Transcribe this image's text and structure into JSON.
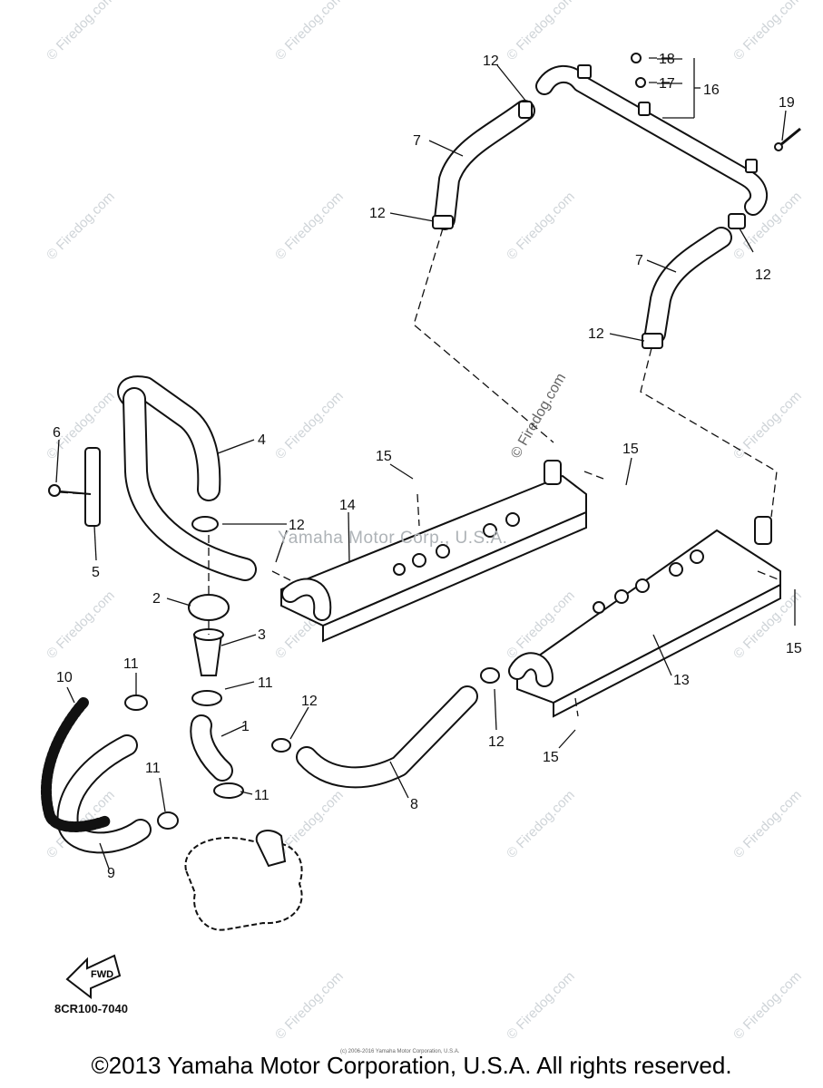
{
  "watermark": "© Firedog.com",
  "watermark_diag": "© Firedog.com",
  "mid_copyright": "Yamaha Motor Corp., U.S.A.",
  "diagram_code": "8CR100-7040",
  "tiny_copyright": "(c) 2006-2016 Yamaha Motor Corporation, U.S.A.",
  "footer": "©2013 Yamaha Motor Corporation, U.S.A. All rights reserved.",
  "fwd_label": "FWD",
  "callouts": {
    "c1": "1",
    "c2": "2",
    "c3": "3",
    "c4": "4",
    "c5": "5",
    "c6": "6",
    "c7a": "7",
    "c7b": "7",
    "c8": "8",
    "c9": "9",
    "c10": "10",
    "c11a": "11",
    "c11b": "11",
    "c11c": "11",
    "c11d": "11",
    "c12a": "12",
    "c12b": "12",
    "c12c": "12",
    "c12d": "12",
    "c12e": "12",
    "c12f": "12",
    "c12g": "12",
    "c13": "13",
    "c14": "14",
    "c15a": "15",
    "c15b": "15",
    "c15c": "15",
    "c15d": "15",
    "c16": "16",
    "c17": "17",
    "c18": "18",
    "c19": "19"
  }
}
